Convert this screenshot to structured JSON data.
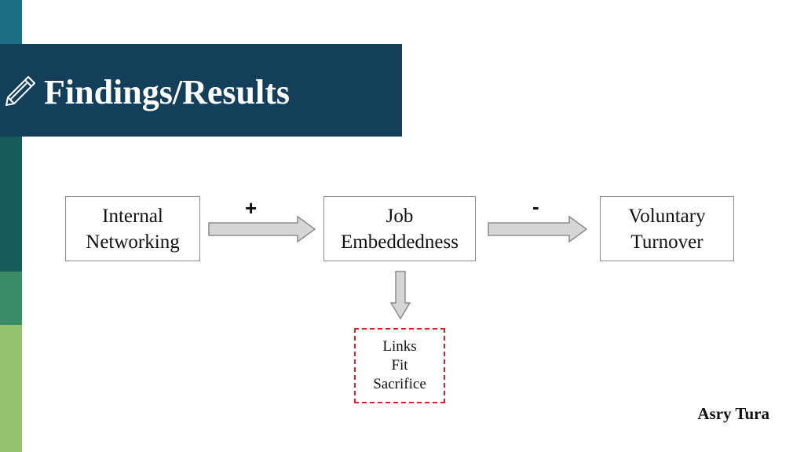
{
  "slide": {
    "title": "Findings/Results",
    "title_icon": "pencil-icon",
    "author": "Asry Tura"
  },
  "diagram": {
    "nodes": {
      "internal_networking": {
        "line1": "Internal",
        "line2": "Networking"
      },
      "job_embeddedness": {
        "line1": "Job",
        "line2": "Embeddedness"
      },
      "voluntary_turnover": {
        "line1": "Voluntary",
        "line2": "Turnover"
      }
    },
    "relations": {
      "networking_to_embeddedness": "+",
      "embeddedness_to_turnover": "-"
    },
    "dimensions": [
      "Links",
      "Fit",
      "Sacrifice"
    ]
  },
  "colors": {
    "title_bar": "#143f5a",
    "strip_teal": "#1d6e85",
    "strip_dark_teal": "#185a5a",
    "strip_green": "#3a8c66",
    "strip_light_green": "#96c170",
    "arrow_fill": "#d6d6d6",
    "dashed_border": "#e0202a"
  }
}
